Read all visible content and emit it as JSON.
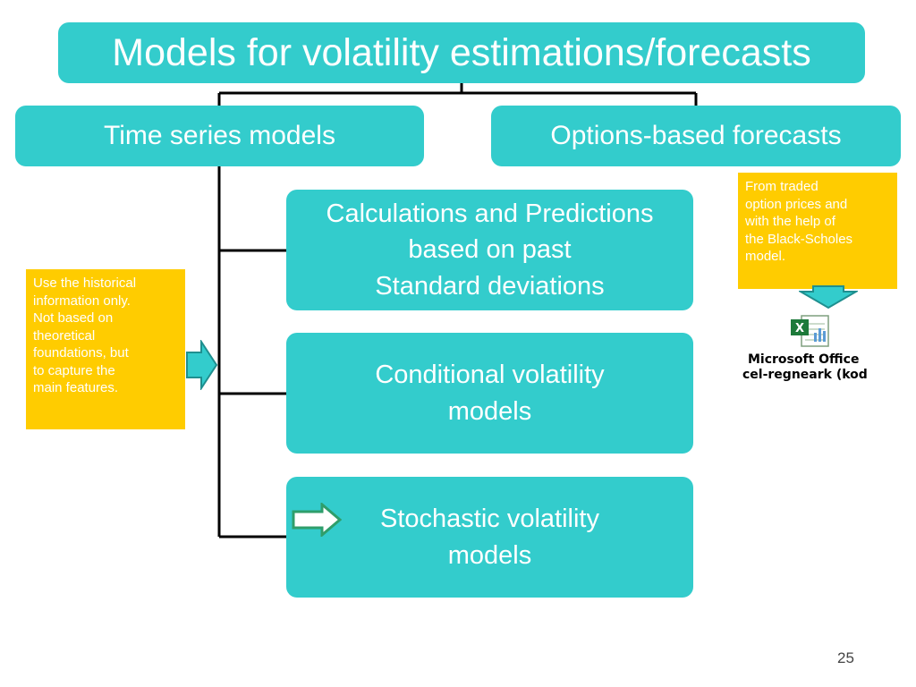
{
  "title": "Models for volatility estimations/forecasts",
  "time_series": "Time series models",
  "options_based": "Options-based forecasts",
  "sub_models": {
    "past_sd_line1": "Calculations and Predictions",
    "past_sd_line2": "based on past",
    "past_sd_line3": "Standard deviations",
    "conditional_line1": "Conditional volatility",
    "conditional_line2": "models",
    "stochastic_line1": "Stochastic volatility",
    "stochastic_line2": "models"
  },
  "notes": {
    "historical": [
      "Use the historical",
      "information only.",
      "Not based on",
      "theoretical",
      "foundations, but",
      "to capture the",
      "main features."
    ],
    "options": [
      "From traded",
      "option prices and",
      "with the help of",
      "the Black-Scholes",
      "model."
    ]
  },
  "embedded_object": {
    "label_line1": "Microsoft Office",
    "label_line2": "cel-regneark (kod"
  },
  "page_number": "25",
  "colors": {
    "box": "#33cccc",
    "note": "#ffcc00",
    "arrow": "#33cccc",
    "text_on_box": "#ffffff"
  },
  "icons": {
    "excel": "excel-document-icon",
    "arrow_right": "arrow-right-icon",
    "arrow_down": "arrow-down-icon"
  }
}
